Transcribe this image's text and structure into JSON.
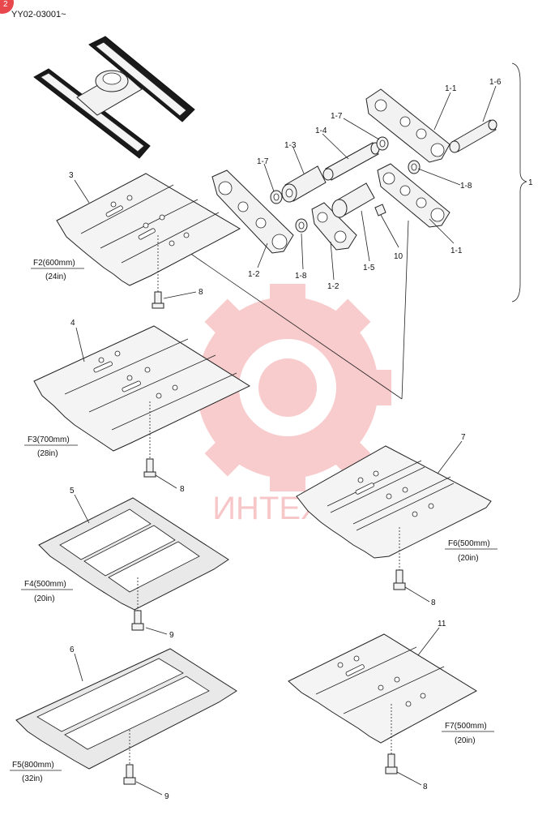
{
  "header": {
    "code": "YY02-03001~",
    "corner_badge": "2"
  },
  "watermark": {
    "text": "ИНТЕХ",
    "color": "#e8474c"
  },
  "parts": {
    "p1": "1",
    "p1_1a": "1-1",
    "p1_1b": "1-1",
    "p1_2a": "1-2",
    "p1_2b": "1-2",
    "p1_3": "1-3",
    "p1_4": "1-4",
    "p1_5": "1-5",
    "p1_6": "1-6",
    "p1_7a": "1-7",
    "p1_7b": "1-7",
    "p1_8a": "1-8",
    "p1_8b": "1-8",
    "p10": "10",
    "p3": "3",
    "p4": "4",
    "p5": "5",
    "p6": "6",
    "p7": "7",
    "p11": "11",
    "bolt_f2": "8",
    "bolt_f3": "8",
    "bolt_f6": "8",
    "bolt_f7": "8",
    "bolt_f4": "9",
    "bolt_f5": "9"
  },
  "shoes": {
    "f2": {
      "size": "F2(600mm)",
      "inch": "(24in)"
    },
    "f3": {
      "size": "F3(700mm)",
      "inch": "(28in)"
    },
    "f4": {
      "size": "F4(500mm)",
      "inch": "(20in)"
    },
    "f5": {
      "size": "F5(800mm)",
      "inch": "(32in)"
    },
    "f6": {
      "size": "F6(500mm)",
      "inch": "(20in)"
    },
    "f7": {
      "size": "F7(500mm)",
      "inch": "(20in)"
    }
  }
}
